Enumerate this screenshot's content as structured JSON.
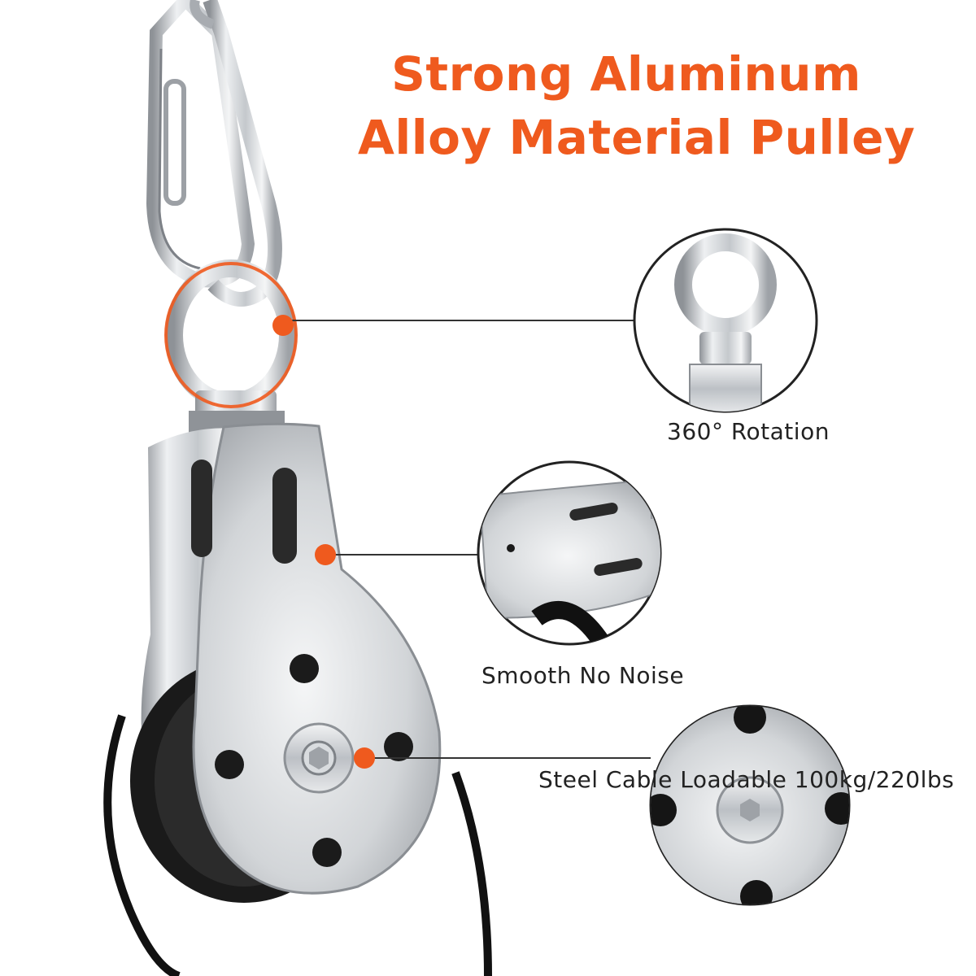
{
  "title": {
    "line1": "Strong Aluminum",
    "line2": "Alloy Material Pulley"
  },
  "features": [
    {
      "caption": "360° Rotation"
    },
    {
      "caption": "Smooth No Noise"
    },
    {
      "caption": "Steel Cable Loadable 100kg/220lbs"
    }
  ],
  "colors": {
    "accent": "#ef5a1e",
    "caption_text": "#222222",
    "steel": "#c9ccd0",
    "cable": "#111111"
  },
  "icons": [
    "carabiner-icon",
    "pulley-icon",
    "eye-bolt-icon",
    "steel-cable-icon"
  ]
}
